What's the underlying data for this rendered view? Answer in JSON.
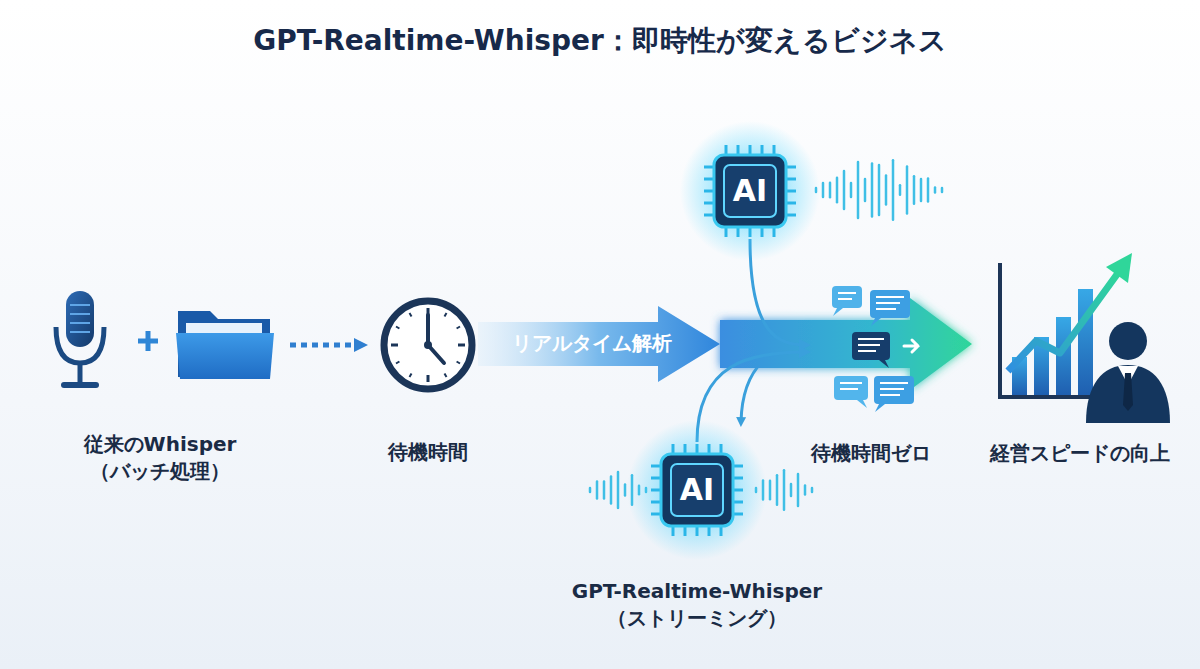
{
  "diagram": {
    "title": "GPT-Realtime-Whisper：即時性が変えるビジネス",
    "nodes": [
      {
        "text": [
          "従来のWhisper （バッチ処理）"
        ]
      },
      {
        "text": [
          "待機時間"
        ]
      },
      {
        "text": [
          "リアルタイム解析"
        ]
      },
      {
        "text": [
          "AI"
        ]
      },
      {
        "text": [
          "AI",
          "GPT-Realtime-Whisper （ストリーミング）"
        ]
      },
      {
        "text": [
          "待機時間ゼロ"
        ]
      },
      {
        "text": [
          "経営スピードの向上"
        ]
      }
    ],
    "edges": [
      {
        "from": 0,
        "to": 1,
        "arrow": "to"
      },
      {
        "from": 2,
        "to": 6,
        "arrow": "to"
      },
      {
        "from": 3,
        "to": 5,
        "arrow": "to"
      },
      {
        "from": 4,
        "to": 5,
        "arrow": "to"
      }
    ]
  }
}
